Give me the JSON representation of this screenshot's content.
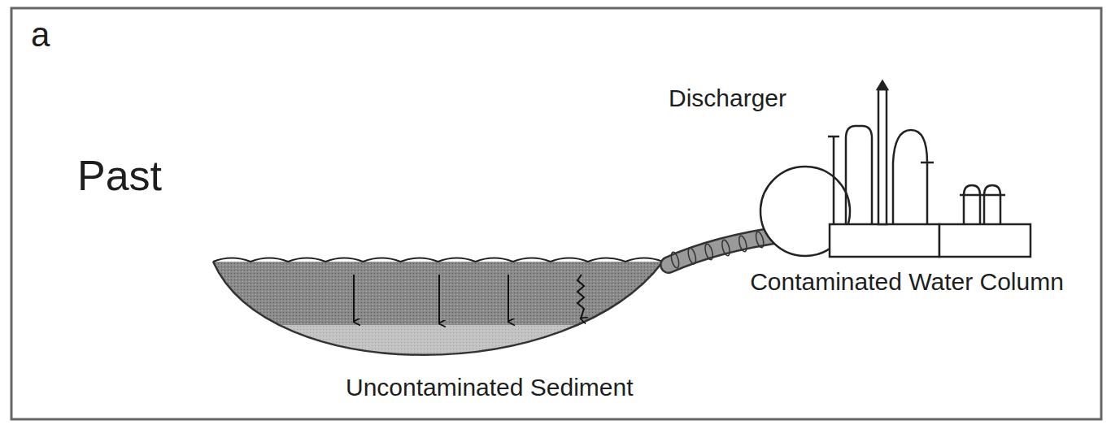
{
  "diagram": {
    "labels": [
      "a",
      "Past",
      "Discharger",
      "Contaminated Water Column",
      "Uncontaminated Sediment"
    ]
  }
}
